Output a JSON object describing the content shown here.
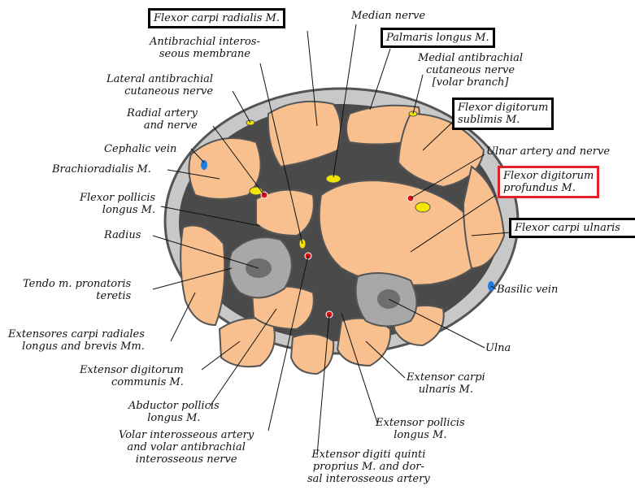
{
  "labels": {
    "flexor_carpi_radialis": "Flexor carpi radialis M.",
    "median_nerve": "Median nerve",
    "palmaris_longus": "Palmaris longus M.",
    "antibrachial_interosseous_membrane": "Antibrachial interos-\nseous membrane",
    "medial_antibrachial_cutaneous_nerve": "Medial antibrachial\ncutaneous nerve\n[volar branch]",
    "lateral_antibrachial_cutaneous_nerve": "Lateral antibrachial\ncutaneous nerve",
    "flexor_digitorum_sublimis": "Flexor digitorum\nsublimis M.",
    "radial_artery_and_nerve": "Radial artery\nand nerve",
    "cephalic_vein": "Cephalic vein",
    "ulnar_artery_and_nerve": "Ulnar artery and nerve",
    "brachioradialis": "Brachioradialis M.",
    "flexor_digitorum_profundus": "Flexor digitorum\nprofundus M.",
    "flexor_pollicis_longus": "Flexor pollicis\nlongus M.",
    "flexor_carpi_ulnaris": "Flexor carpi ulnaris",
    "radius": "Radius",
    "basilic_vein": "Basilic vein",
    "tendo_pronatoris_teretis": "Tendo m. pronatoris\nteretis",
    "extensores_carpi_radiales": "Extensores carpi radiales\nlongus and brevis Mm.",
    "ulna": "Ulna",
    "extensor_digitorum_communis": "Extensor digitorum\ncommunis M.",
    "extensor_carpi_ulnaris": "Extensor carpi\nulnaris M.",
    "abductor_pollicis_longus": "Abductor pollicis\nlongus M.",
    "extensor_pollicis_longus": "Extensor pollicis\nlongus M.",
    "volar_interosseous_artery": "Volar interosseous artery\nand volar antibrachial\ninterosseous nerve",
    "extensor_digiti_quinti": "Extensor digiti quinti\nproprius M. and dor-\nsal interosseous artery"
  },
  "colors": {
    "muscle": "#f9c08f",
    "skin": "#c8c8c8",
    "fascia": "#4a4a4a",
    "bone": "#a8a8a8",
    "nerve": "#f2e600",
    "artery": "#e01010",
    "vein": "#1e7be0",
    "highlight_box_black": "#000000",
    "highlight_box_red": "#e0202a"
  }
}
